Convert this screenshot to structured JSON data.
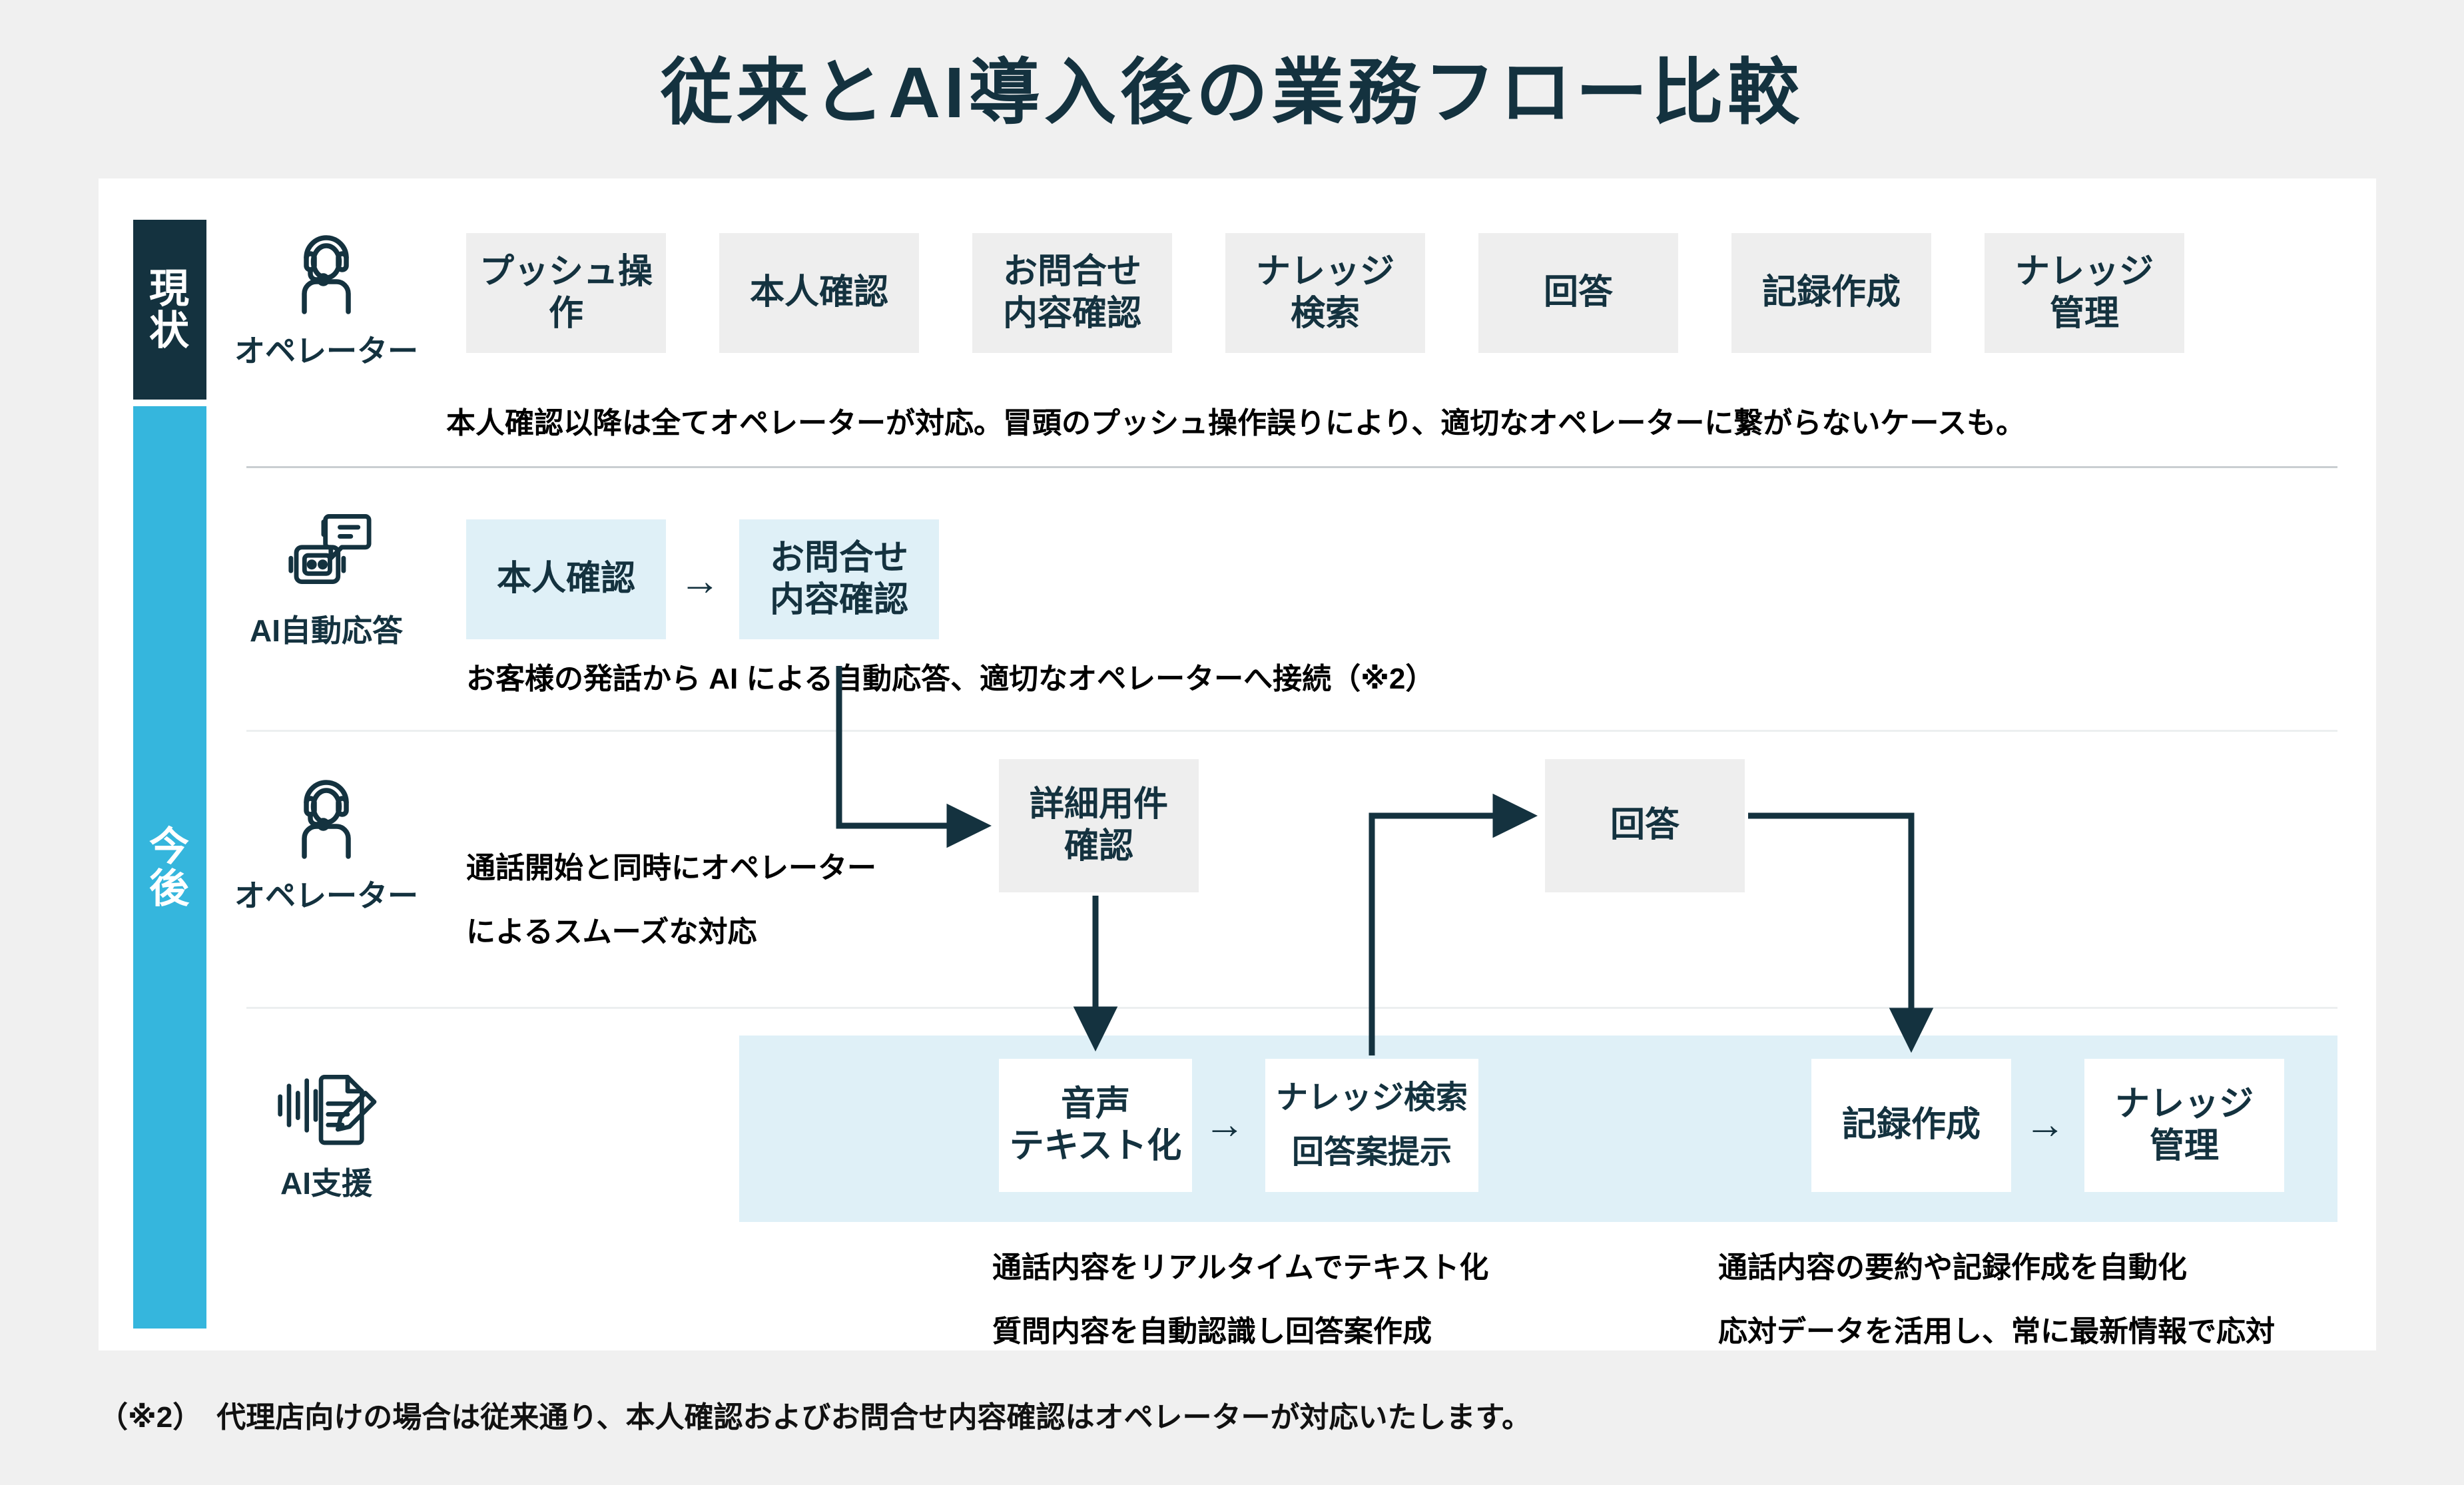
{
  "title": "従来とAI導入後の業務フロー比較",
  "colors": {
    "dark_navy": "#14323f",
    "cyan": "#35b6dd",
    "grey_box": "#eeeeee",
    "light_blue_box": "#dff0f7",
    "page_bg": "#f0f0f0",
    "card_bg": "#ffffff"
  },
  "phases": {
    "current": "現状",
    "future": "今後"
  },
  "rows": {
    "current": {
      "role_label": "オペレーター",
      "role_icon": "headset-operator-icon",
      "steps": [
        "プッシュ\n操作",
        "本人確認",
        "お問合せ\n内容確認",
        "ナレッジ\n検索",
        "回答",
        "記録作成",
        "ナレッジ\n管理"
      ],
      "steps_flat": [
        "プッシュ操作",
        "本人確認",
        "お問合せ内容確認",
        "ナレッジ検索",
        "回答",
        "記録作成",
        "ナレッジ管理"
      ],
      "caption": "本人確認以降は全てオペレーターが対応。冒頭のプッシュ操作誤りにより、適切なオペレーターに繋がらないケースも。"
    },
    "ai_auto": {
      "role_label": "AI自動応答",
      "role_icon": "robot-chat-icon",
      "steps": [
        "本人確認",
        "お問合せ\n内容確認"
      ],
      "steps_flat": [
        "本人確認",
        "お問合せ内容確認"
      ],
      "arrow_glyph": "→",
      "caption": "お客様の発話から AI による自動応答、適切なオペレーターへ接続（※2）"
    },
    "operator": {
      "role_label": "オペレーター",
      "role_icon": "headset-operator-icon",
      "note_line1": "通話開始と同時にオペレーター",
      "note_line2": "によるスムーズな対応",
      "step_detail": "詳細用件\n確認",
      "step_detail_flat": "詳細用件確認",
      "step_answer": "回答"
    },
    "ai_support": {
      "role_label": "AI支援",
      "role_icon": "voice-document-pencil-icon",
      "step_stt_line1": "音声",
      "step_stt_line2": "テキスト化",
      "step_knowledge_line1": "ナレッジ検索",
      "step_knowledge_line2": "回答案提示",
      "step_record": "記録作成",
      "step_manage_line1": "ナレッジ",
      "step_manage_line2": "管理",
      "arrow_glyph": "→",
      "caption_left_line1": "通話内容をリアルタイムでテキスト化",
      "caption_left_line2": "質問内容を自動認識し回答案作成",
      "caption_right_line1": "通話内容の要約や記録作成を自動化",
      "caption_right_line2": "応対データを活用し、常に最新情報で応対"
    }
  },
  "footnote": "（※2）　代理店向けの場合は従来通り、本人確認およびお問合せ内容確認はオペレーターが対応いたします。"
}
